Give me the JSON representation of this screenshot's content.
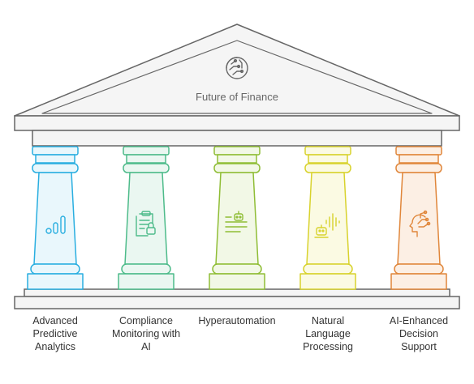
{
  "title": "Future of Finance",
  "colors": {
    "outline": "#666666",
    "temple_fill": "#f5f5f5"
  },
  "pillars": [
    {
      "label": "Advanced\nPredictive\nAnalytics",
      "color": "#29aee0",
      "fill": "#e9f7fc",
      "icon": "bar-chart-icon"
    },
    {
      "label": "Compliance\nMonitoring with\nAI",
      "color": "#4dbb8a",
      "fill": "#eaf7f1",
      "icon": "clipboard-lock-icon"
    },
    {
      "label": "Hyperautomation",
      "color": "#8fbd35",
      "fill": "#f2f8e6",
      "icon": "robot-list-icon"
    },
    {
      "label": "Natural\nLanguage\nProcessing",
      "color": "#d8d22c",
      "fill": "#fbfae3",
      "icon": "voice-bot-icon"
    },
    {
      "label": "AI-Enhanced\nDecision\nSupport",
      "color": "#e0863a",
      "fill": "#fcefe4",
      "icon": "ai-head-icon"
    }
  ]
}
